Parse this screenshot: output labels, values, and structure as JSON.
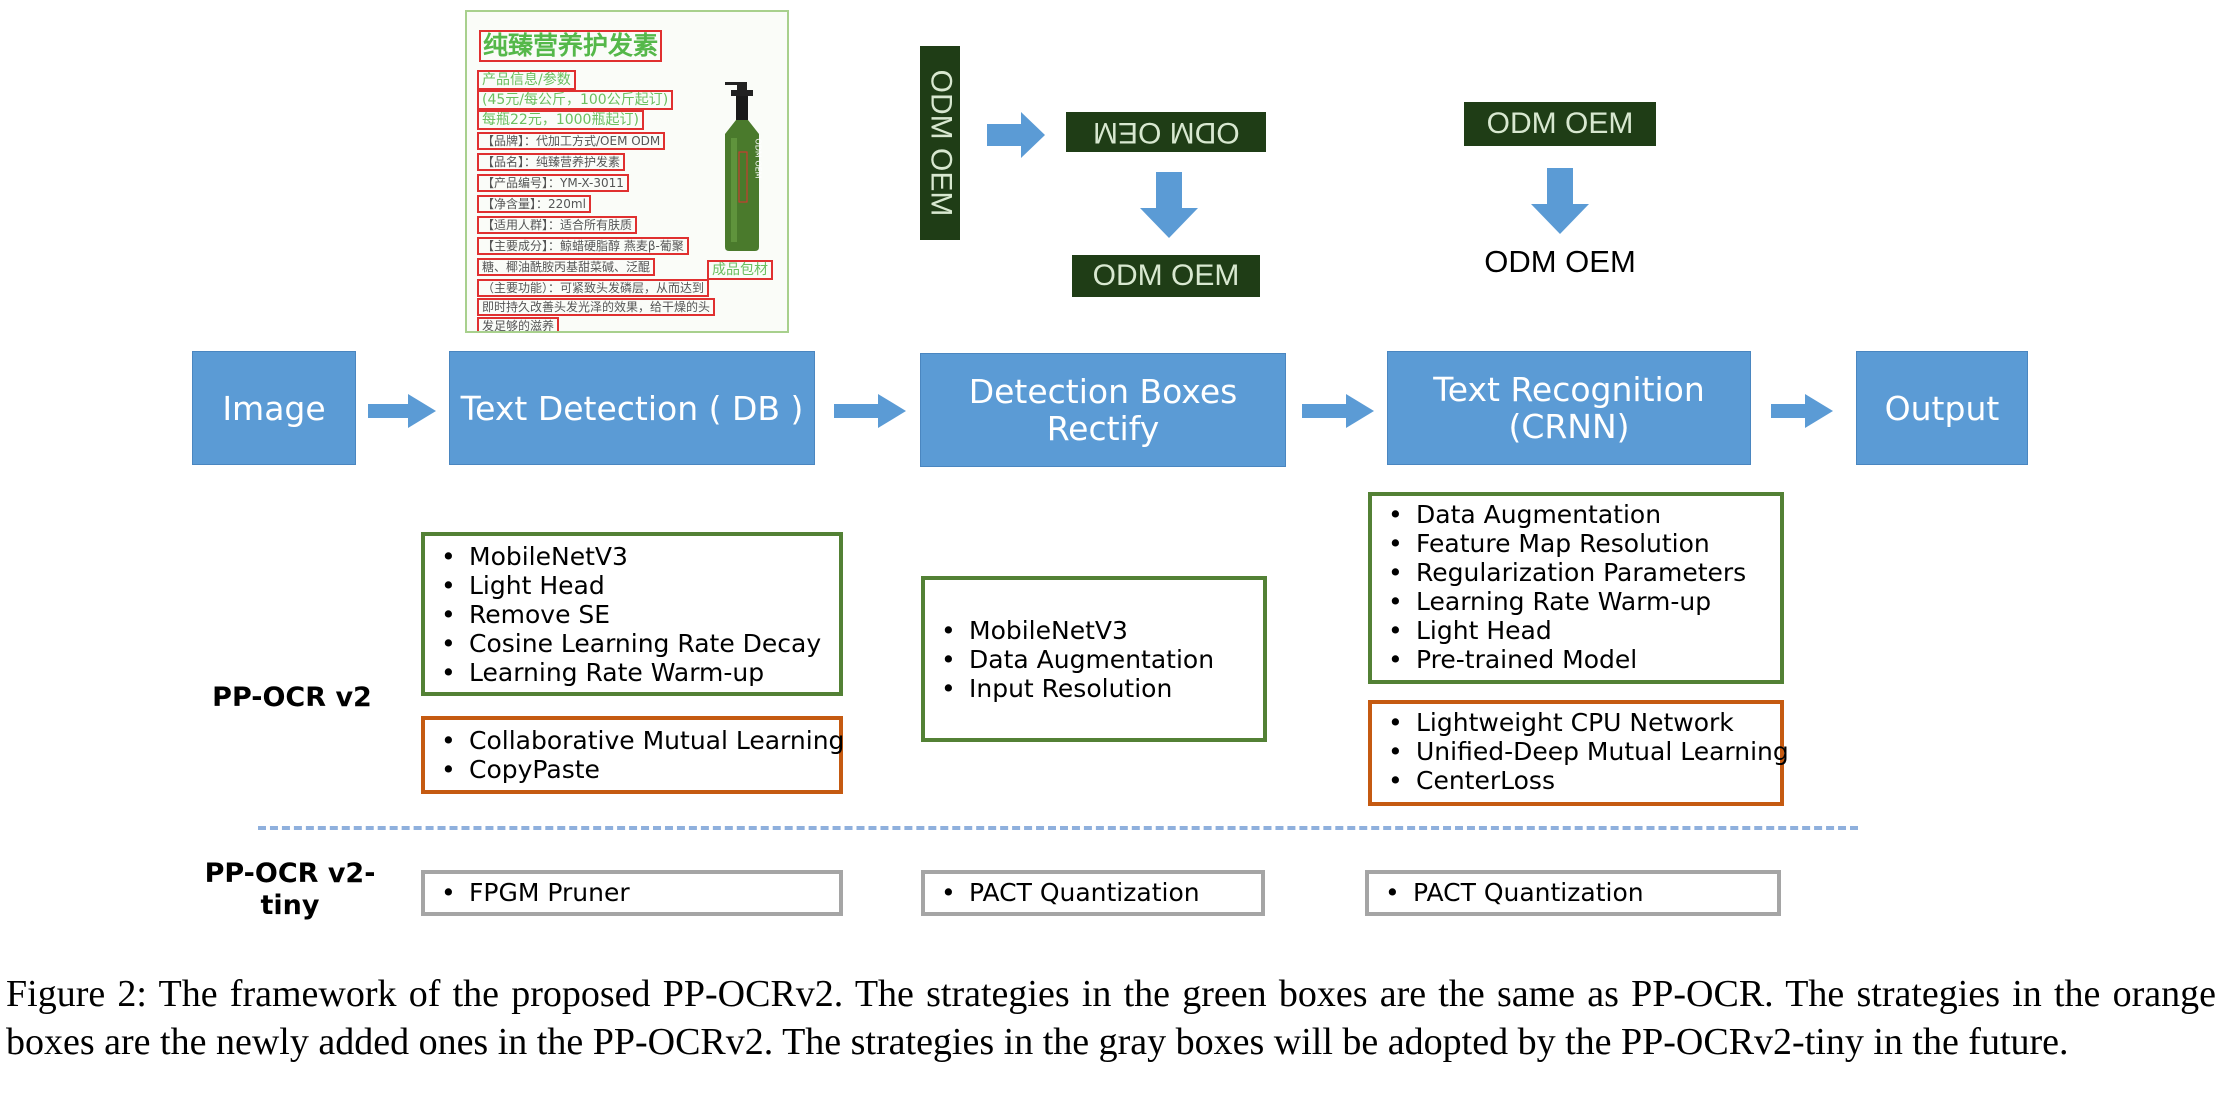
{
  "pipeline": {
    "image_label": "Image",
    "detection_label": "Text Detection ( DB )",
    "rectify_line1": "Detection Boxes",
    "rectify_line2": "Rectify",
    "recognition_line1": "Text Recognition",
    "recognition_line2": "(CRNN)",
    "output_label": "Output"
  },
  "illustration": {
    "product_title": "纯臻营养护发素",
    "product_lines": [
      "产品信息/参数",
      "(45元/每公斤，100公斤起订)",
      "每瓶22元，1000瓶起订)",
      "【品牌】：代加工方式/OEM ODM",
      "【品名】：纯臻营养护发素",
      "【产品编号】：YM-X-3011",
      "【净含量】：220ml",
      "【适用人群】：适合所有肤质",
      "【主要成分】：鲸蜡硬脂醇  燕麦β-葡聚",
      "糖、椰油酰胺丙基甜菜碱、泛醌",
      "（主要功能）：可紧致头发磷层，从而达到",
      "即时持久改善头发光泽的效果，给干燥的头",
      "发足够的滋养"
    ],
    "product_extra": "成品包材",
    "bottle_label": "ODM OEM",
    "crop_text": "ODM OEM",
    "recognized_text": "ODM OEM"
  },
  "rows": {
    "v2_label": "PP-OCR v2",
    "tiny_label_line1": "PP-OCR v2-",
    "tiny_label_line2": "tiny"
  },
  "strategies": {
    "det_green": [
      "MobileNetV3",
      "Light Head",
      "Remove SE",
      "Cosine Learning Rate Decay",
      "Learning Rate Warm-up"
    ],
    "det_orange": [
      "Collaborative Mutual Learning",
      "CopyPaste"
    ],
    "rect_green": [
      "MobileNetV3",
      "Data Augmentation",
      "Input Resolution"
    ],
    "rec_green": [
      "Data Augmentation",
      "Feature Map Resolution",
      "Regularization Parameters",
      "Learning Rate Warm-up",
      "Light Head",
      "Pre-trained Model"
    ],
    "rec_orange": [
      "Lightweight CPU Network",
      "Unified-Deep Mutual Learning",
      "CenterLoss"
    ],
    "det_gray": [
      "FPGM Pruner"
    ],
    "rect_gray": [
      "PACT Quantization"
    ],
    "rec_gray": [
      "PACT Quantization"
    ]
  },
  "colors": {
    "flow_box": "#5b9bd5",
    "green_border": "#538135",
    "orange_border": "#c55a11",
    "gray_border": "#a5a5a5",
    "dashed_divider": "#8fb0dd"
  },
  "caption": "Figure 2: The framework of the proposed PP-OCRv2. The strategies in the green boxes are the same as PP-OCR. The strategies in the orange boxes are the newly added ones in the PP-OCRv2. The strategies in the gray boxes will be adopted by the PP-OCRv2-tiny in the future."
}
